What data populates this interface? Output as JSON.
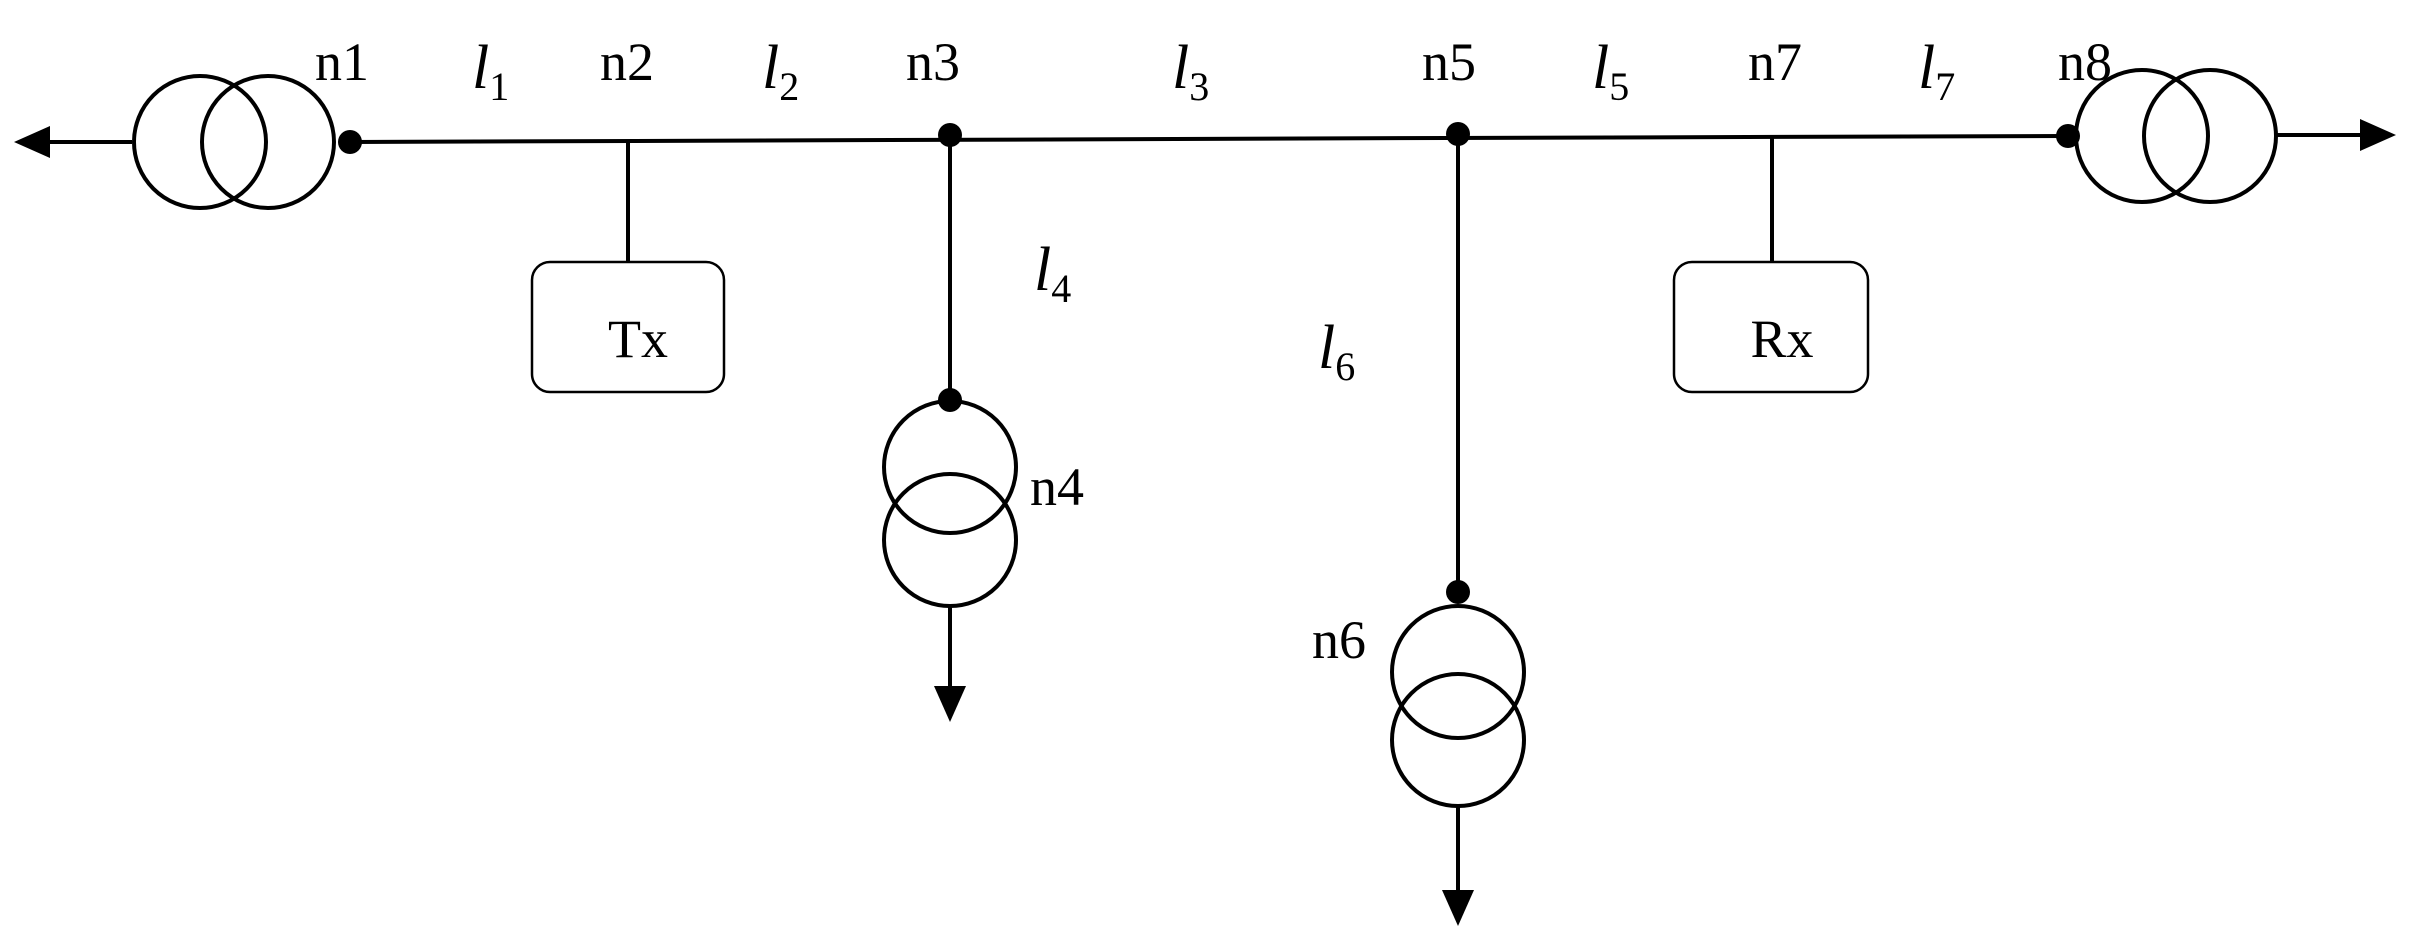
{
  "nodes": {
    "n1": "n1",
    "n2": "n2",
    "n3": "n3",
    "n4": "n4",
    "n5": "n5",
    "n6": "n6",
    "n7": "n7",
    "n8": "n8"
  },
  "lines": [
    {
      "symbol": "l",
      "index": "1"
    },
    {
      "symbol": "l",
      "index": "2"
    },
    {
      "symbol": "l",
      "index": "3"
    },
    {
      "symbol": "l",
      "index": "4"
    },
    {
      "symbol": "l",
      "index": "5"
    },
    {
      "symbol": "l",
      "index": "6"
    },
    {
      "symbol": "l",
      "index": "7"
    }
  ],
  "devices": {
    "transmitter": "Tx",
    "receiver": "Rx"
  }
}
